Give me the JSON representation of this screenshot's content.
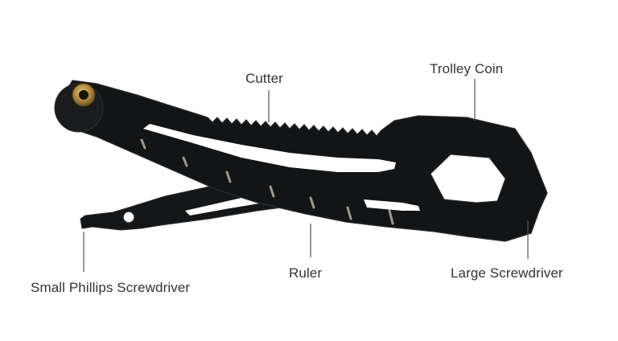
{
  "labels": {
    "cutter": "Cutter",
    "trolley_coin": "Trolley Coin",
    "ruler": "Ruler",
    "large_screwdriver": "Large Screwdriver",
    "small_phillips": "Small Phillips Screwdriver"
  },
  "colors": {
    "background": "#ffffff",
    "tool_body": "#131415",
    "tool_edge": "#2c2e30",
    "ruler_marks": "#9a9a8a",
    "rivet_brass": "#b08a3c",
    "label_text": "#333333",
    "leader_line": "#555555"
  }
}
